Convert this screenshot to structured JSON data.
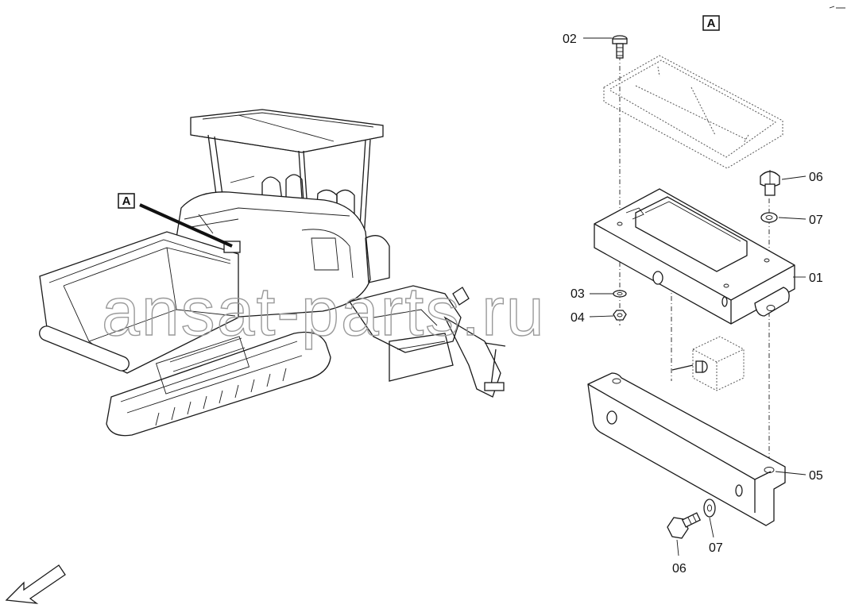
{
  "detail": {
    "view_label_main": "A",
    "view_label_detail": "A"
  },
  "callouts": {
    "c01": "01",
    "c02": "02",
    "c03": "03",
    "c04": "04",
    "c05": "05",
    "c06_top": "06",
    "c06_bottom": "06",
    "c07_top": "07",
    "c07_bottom": "07"
  },
  "watermark": {
    "text": "ansat-parts.ru"
  }
}
